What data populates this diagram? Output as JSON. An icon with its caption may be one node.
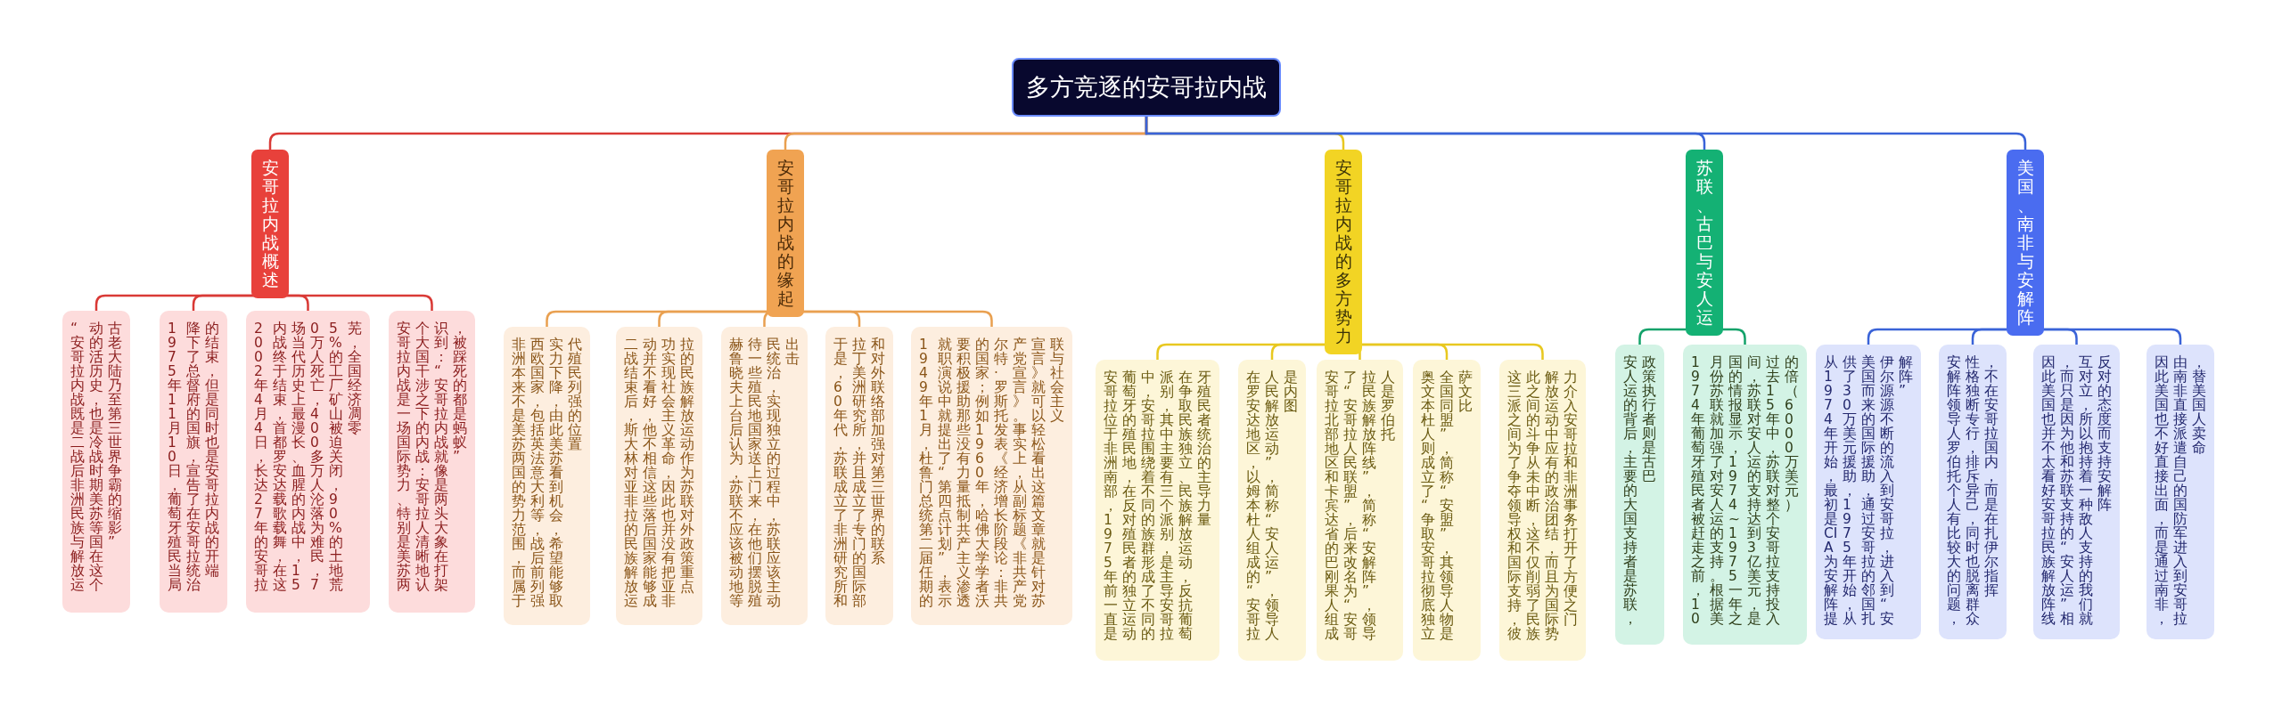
{
  "diagram": {
    "nodes": [
      {
        "text": [
          "多方竞逐的安哥拉内战"
        ]
      },
      {
        "text": [
          "安哥拉内战概述"
        ]
      },
      {
        "text": [
          "“安哥拉内战既是二战后非洲民族与解放运动的活历史，也是冷战时期美苏等国在这个古老大陆乃至第三世界争霸的缩影”"
        ]
      },
      {
        "text": [
          "1975年11月10日，葡萄牙殖民当局降下了总督府的国旗，宣告了在安哥拉统治的结束，但是同时也是安哥拉内战的开端"
        ]
      },
      {
        "text": [
          "2002年4月4日，长达27年的安哥拉内战终于结束，首都罗安达载歌载舞，在这场当代历史上最漫长、血腥的内战中，150万人死亡，400多万人沦落为难民，75%的工厂矿山被迫关闭，90%的土地荒芜，全国经济凋零"
        ]
      },
      {
        "text": [
          "安哥拉内战是一场国际势力、特别是美苏两个大国干涉之下的内战：安哥拉人清晰地认识到：“安哥拉内战就像是两头大象在打架，被踩死的都是蚂蚁”"
        ]
      },
      {
        "text": [
          "安哥拉内战的缘起"
        ]
      },
      {
        "text": [
          "非洲本来不是美苏两国的势力范围，而属于西欧国家，包括英法意大利等，战后前列强实力下降，由此美苏看到机会，希望能够取代殖民列强的位置"
        ]
      },
      {
        "text": [
          "二战结束后，斯大林对亚非拉的民族解放运动并不看好，他不相信这些落后国家能够成功实现社会主义革命，因此也并没有把亚非拉的民族解放运动作为苏联对外政策重点"
        ]
      },
      {
        "text": [
          "赫鲁晓夫上台后认为，苏联不应该被动地等待一些殖民地国家送上门来，在他们摆脱殖民统治，实现独立的过程中，苏联应该主动出击"
        ]
      },
      {
        "text": [
          "于是，60年代，苏联成立了非洲研究所和拉丁美洲研究所，并且成立了专门的国际部和对外联络部加强对第三世界的联系"
        ]
      },
      {
        "text": [
          "1949年1月，杜鲁门总统第二届任期的就职演说中就提出了“第四点计划”，表示要积极援助那些没有力量抵制共产主义渗透的国家；例如1960年，哈佛大学学者沃尔特·罗斯托发表《经济增长阶段论：非共产党宣言》。事实上，从副标题《非共产党宣言》就可以轻松看出这篇文章就是针对苏联与社会主义"
        ]
      },
      {
        "text": [
          "安哥拉内战的多方势力"
        ]
      },
      {
        "text": [
          "安哥拉位于非洲南部，1975年前一直是葡萄牙的殖民地，在反对殖民者的独立运动中，安哥拉围绕着不同的族群形成了不同的派别，其中主要有三个派别，是主导安哥拉在争取民族独立、民族解放运动，反抗葡萄牙殖民者统治的主导力量"
        ]
      },
      {
        "text": [
          "在罗安达地区，以姆本杜人组成的“安哥拉人民解放运动”，简称“安人运”，领导人是内图"
        ]
      },
      {
        "text": [
          "安哥拉北部地区和卡宾达省的巴刚果人组成了“安哥拉人民联盟”，后来改名为“安哥拉民族解放阵线”，简称“安解阵”，领导人是罗伯托"
        ]
      },
      {
        "text": [
          "奥文本杜人则成立了“争取安哥拉彻底独立全国同盟”，简称“安盟”，其领导人物是萨文比"
        ]
      },
      {
        "text": [
          "这三派之间为了争夺领导权和国际支持，彼此之间的斗争从未中断，这不仅削弱了民族解放运动中应有的政治团结，而且为国际势力介入安哥拉和非洲事务打开了方便之门"
        ]
      },
      {
        "text": [
          "苏联、古巴与安人运"
        ]
      },
      {
        "text": [
          "安人运的背后，主要的大国支持者是苏联，政策执行者则是古巴"
        ]
      },
      {
        "text": [
          "1974年葡萄牙殖民者被赶走之前，10月份苏联就加强了对安人运的支持。根据美国的情报显示，1974~1975一年之间，苏联对安人运的支持达到3亿美元，是过去15年中，苏联对整个安哥拉支持投入的倍（6000万美元）"
        ]
      },
      {
        "text": [
          "美国、南非与安解阵"
        ]
      },
      {
        "text": [
          "从1974年开始，最初是CIA为安解阵提供了30万美元援助，1975年开始，从美国而来的国际援助，通过安哥拉的邻国扎伊尔源源不断的流入到安哥拉，进入到“安解阵”"
        ]
      },
      {
        "text": [
          "安解阵领导人罗伯托个人有比较大的问题，性格独断专行，排斥异己，同时也脱离群众，不在安哥拉国内，而是在扎伊尔指挥"
        ]
      },
      {
        "text": [
          "因此美国也并不太看好安哥拉民族解放阵线，而只是因为他和苏联支持的“安人运”相互对立，所以抱持着一种敌人支持的我们就反对的态度而支持安解阵"
        ]
      },
      {
        "text": [
          "因此美国也不好直接出面，而是通过南非，由南非直接派遣自己的国防军进入到安哥拉，替美国人卖命"
        ]
      }
    ],
    "edges": [
      {
        "from": 0,
        "to": 1,
        "arrow": "none",
        "color": "#d93a36"
      },
      {
        "from": 0,
        "to": 6,
        "arrow": "none",
        "color": "#e9a050"
      },
      {
        "from": 0,
        "to": 12,
        "arrow": "none",
        "color": "#e8c820"
      },
      {
        "from": 0,
        "to": 18,
        "arrow": "none",
        "color": "#3a63d8"
      },
      {
        "from": 0,
        "to": 21,
        "arrow": "none",
        "color": "#3a63d8"
      },
      {
        "from": 1,
        "to": 2,
        "arrow": "none",
        "color": "#d93a36"
      },
      {
        "from": 1,
        "to": 3,
        "arrow": "none",
        "color": "#d93a36"
      },
      {
        "from": 1,
        "to": 4,
        "arrow": "none",
        "color": "#d93a36"
      },
      {
        "from": 1,
        "to": 5,
        "arrow": "none",
        "color": "#d93a36"
      },
      {
        "from": 6,
        "to": 7,
        "arrow": "none",
        "color": "#e9a050"
      },
      {
        "from": 6,
        "to": 8,
        "arrow": "none",
        "color": "#e9a050"
      },
      {
        "from": 6,
        "to": 9,
        "arrow": "none",
        "color": "#e9a050"
      },
      {
        "from": 6,
        "to": 10,
        "arrow": "none",
        "color": "#e9a050"
      },
      {
        "from": 6,
        "to": 11,
        "arrow": "none",
        "color": "#e9a050"
      },
      {
        "from": 12,
        "to": 13,
        "arrow": "none",
        "color": "#e8c820"
      },
      {
        "from": 12,
        "to": 14,
        "arrow": "none",
        "color": "#e8c820"
      },
      {
        "from": 12,
        "to": 15,
        "arrow": "none",
        "color": "#e8c820"
      },
      {
        "from": 12,
        "to": 16,
        "arrow": "none",
        "color": "#e8c820"
      },
      {
        "from": 12,
        "to": 17,
        "arrow": "none",
        "color": "#e8c820"
      },
      {
        "from": 18,
        "to": 19,
        "arrow": "none",
        "color": "#13a26a"
      },
      {
        "from": 18,
        "to": 20,
        "arrow": "none",
        "color": "#13a26a"
      },
      {
        "from": 21,
        "to": 22,
        "arrow": "none",
        "color": "#3a63d8"
      },
      {
        "from": 21,
        "to": 23,
        "arrow": "none",
        "color": "#3a63d8"
      },
      {
        "from": 21,
        "to": 24,
        "arrow": "none",
        "color": "#3a63d8"
      },
      {
        "from": 21,
        "to": 25,
        "arrow": "none",
        "color": "#3a63d8"
      }
    ]
  }
}
